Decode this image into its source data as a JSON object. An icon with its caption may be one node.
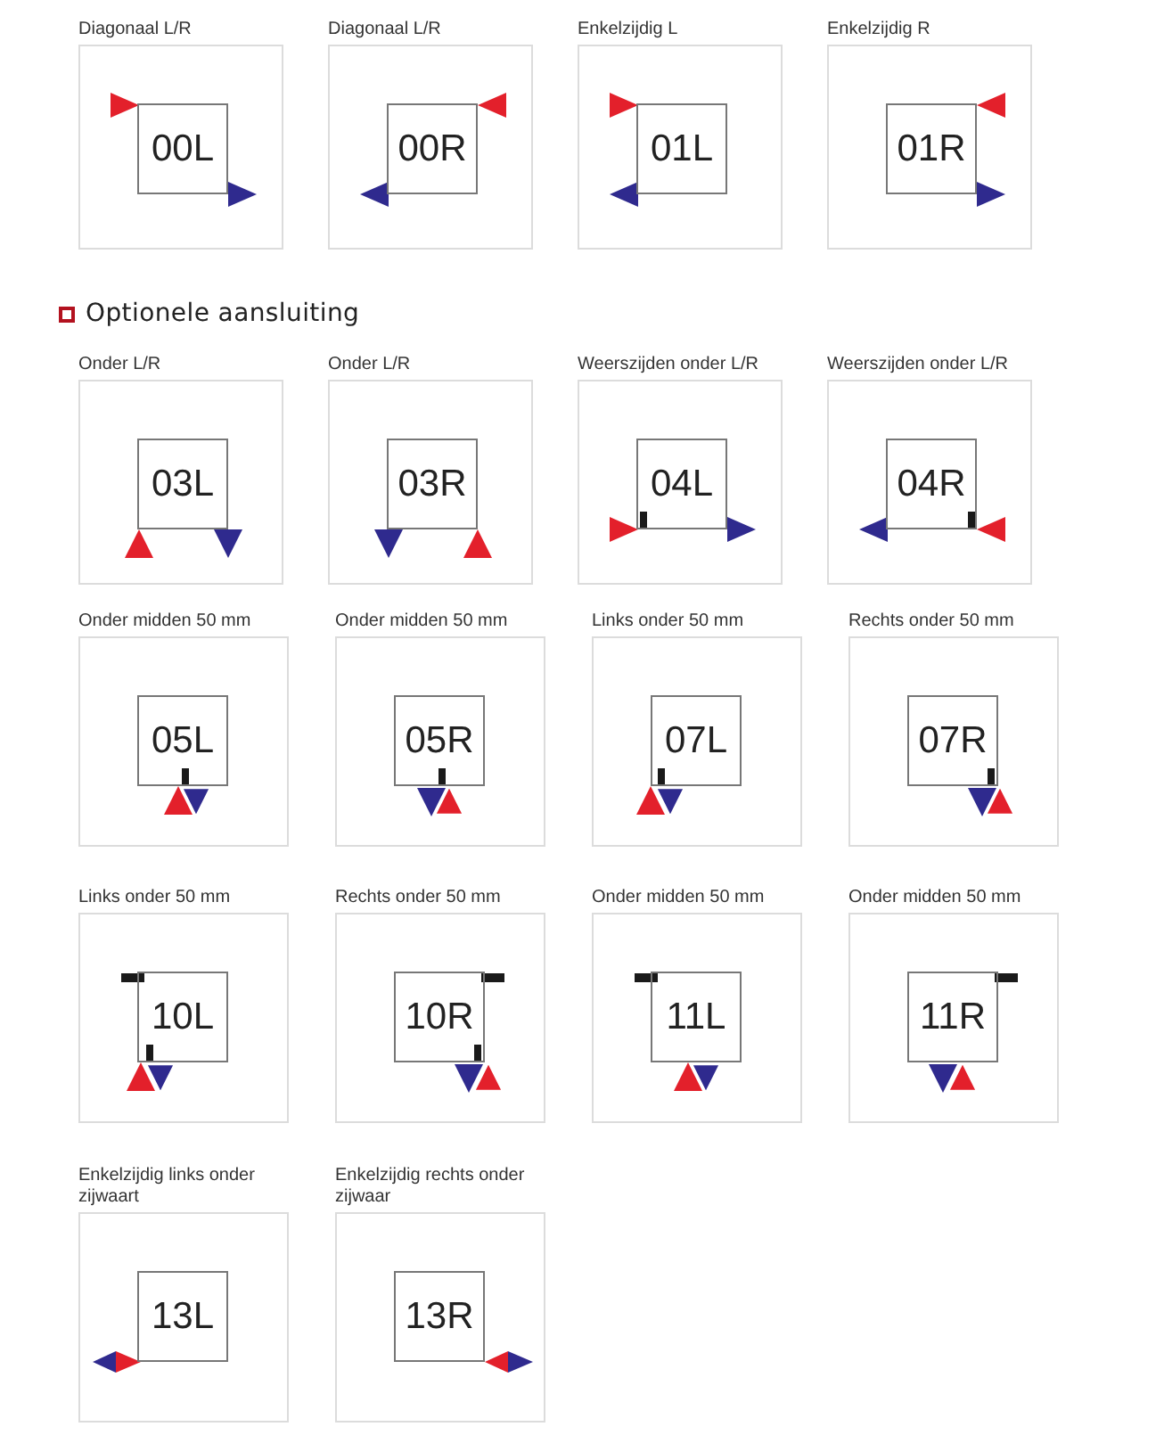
{
  "diagram": {
    "nodes": [
      {
        "text": [
          "00L"
        ],
        "beside": [
          "Diagonaal L/R"
        ]
      },
      {
        "text": [
          "00R"
        ],
        "beside": [
          "Diagonaal L/R"
        ]
      },
      {
        "text": [
          "01L"
        ],
        "beside": [
          "Enkelzijdig L"
        ]
      },
      {
        "text": [
          "01R"
        ],
        "beside": [
          "Enkelzijdig R"
        ]
      },
      {
        "text": [
          "03L"
        ],
        "beside": [
          "Onder L/R"
        ]
      },
      {
        "text": [
          "03R"
        ],
        "beside": [
          "Onder L/R"
        ]
      },
      {
        "text": [
          "04L"
        ],
        "beside": [
          "Weerszijden onder L/R"
        ]
      },
      {
        "text": [
          "04R"
        ],
        "beside": [
          "Weerszijden onder L/R"
        ]
      },
      {
        "text": [
          "05L"
        ],
        "beside": [
          "Onder midden 50 mm"
        ]
      },
      {
        "text": [
          "05R"
        ],
        "beside": [
          "Onder midden 50 mm"
        ]
      },
      {
        "text": [
          "07L"
        ],
        "beside": [
          "Links onder 50 mm"
        ]
      },
      {
        "text": [
          "07R"
        ],
        "beside": [
          "Rechts onder 50 mm"
        ]
      },
      {
        "text": [
          "10L"
        ],
        "beside": [
          "Links onder 50 mm"
        ]
      },
      {
        "text": [
          "10R"
        ],
        "beside": [
          "Rechts onder 50 mm"
        ]
      },
      {
        "text": [
          "11L"
        ],
        "beside": [
          "Onder midden 50 mm"
        ]
      },
      {
        "text": [
          "11R"
        ],
        "beside": [
          "Onder midden 50 mm"
        ]
      },
      {
        "text": [
          "13L"
        ],
        "beside": [
          "Enkelzijdig links onder zijwaart"
        ]
      },
      {
        "text": [
          "13R"
        ],
        "beside": [
          "Enkelzijdig rechts onder zijwaar"
        ]
      }
    ],
    "labels": [
      "Optionele aansluiting"
    ]
  }
}
